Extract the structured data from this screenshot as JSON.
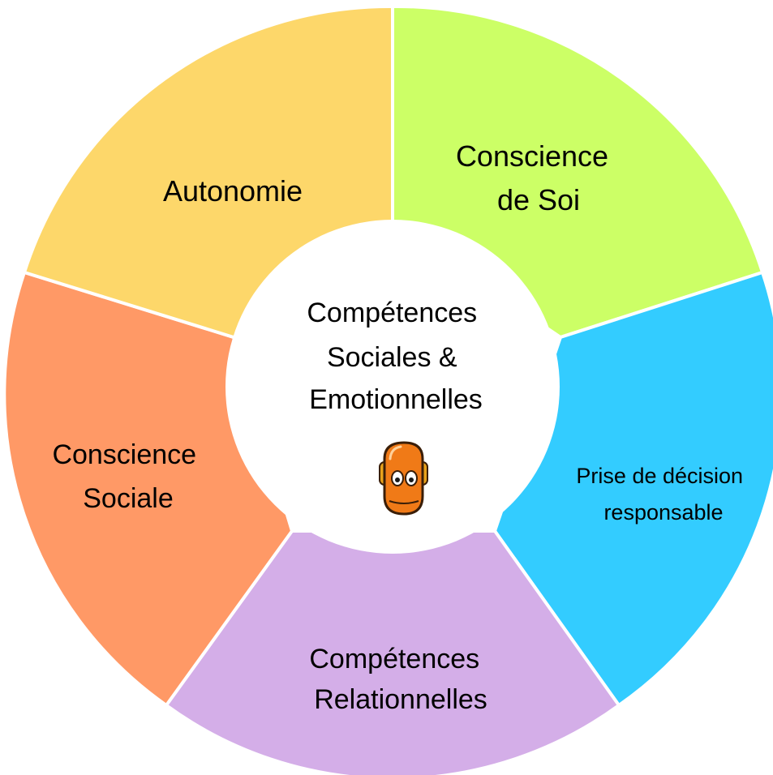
{
  "center": {
    "lines": [
      "Compétences",
      "Sociales &",
      "Emotionnelles"
    ],
    "mascot": "robot-mascot-icon"
  },
  "segments": [
    {
      "id": "conscience-de-soi",
      "lines": [
        "Conscience",
        "de Soi"
      ],
      "color": "#CCFF66"
    },
    {
      "id": "prise-de-decision",
      "lines": [
        "Prise de décision",
        "responsable"
      ],
      "color": "#33CCFF"
    },
    {
      "id": "competences-relationnelles",
      "lines": [
        "Compétences",
        "Relationnelles"
      ],
      "color": "#D4AEE8"
    },
    {
      "id": "conscience-sociale",
      "lines": [
        "Conscience",
        "Sociale"
      ],
      "color": "#FF9966"
    },
    {
      "id": "autonomie",
      "lines": [
        "Autonomie"
      ],
      "color": "#FDD76A"
    }
  ]
}
